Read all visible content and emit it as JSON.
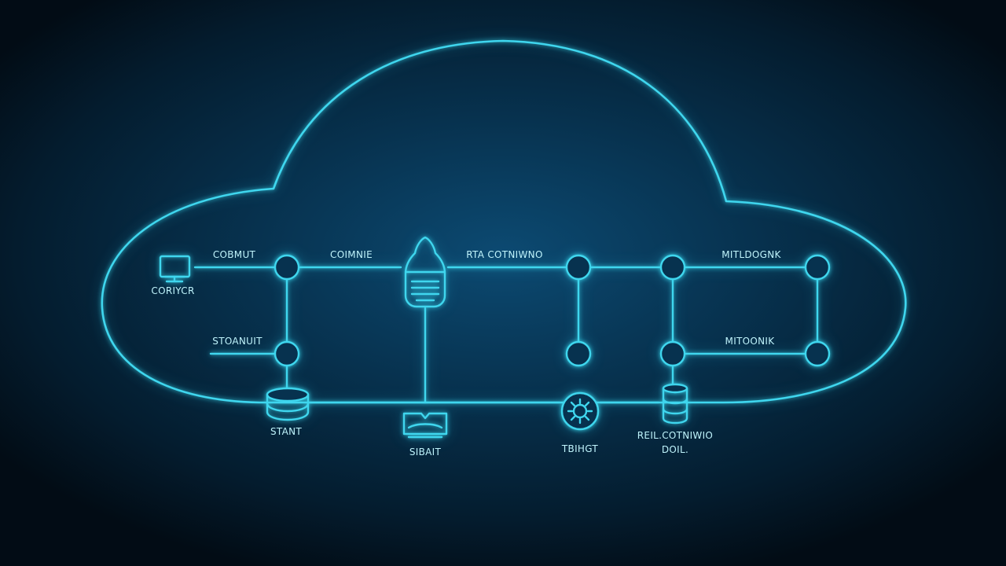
{
  "colors": {
    "line": "#3fd6ee",
    "text": "#bff3fb"
  },
  "labels": {
    "computer_top": "COBMUT",
    "computer_bottom": "CORIYCR",
    "top_mid": "COIMNIE",
    "top_center": "RTA COTNIWNO",
    "top_right": "MITLDOGNK",
    "mid_left": "STOANUIT",
    "mid_right": "MITOONIK",
    "db_left": "STANT",
    "switch": "SIBAIT",
    "gear": "TBIHGT",
    "db_right_line1": "REIL.COTNIWIO",
    "db_right_line2": "DOIL."
  },
  "icons": {
    "computer": "monitor-icon",
    "server": "cloud-server-icon",
    "database_left": "database-icon",
    "switch": "network-switch-icon",
    "gear": "gear-icon",
    "database_right": "database-icon"
  }
}
